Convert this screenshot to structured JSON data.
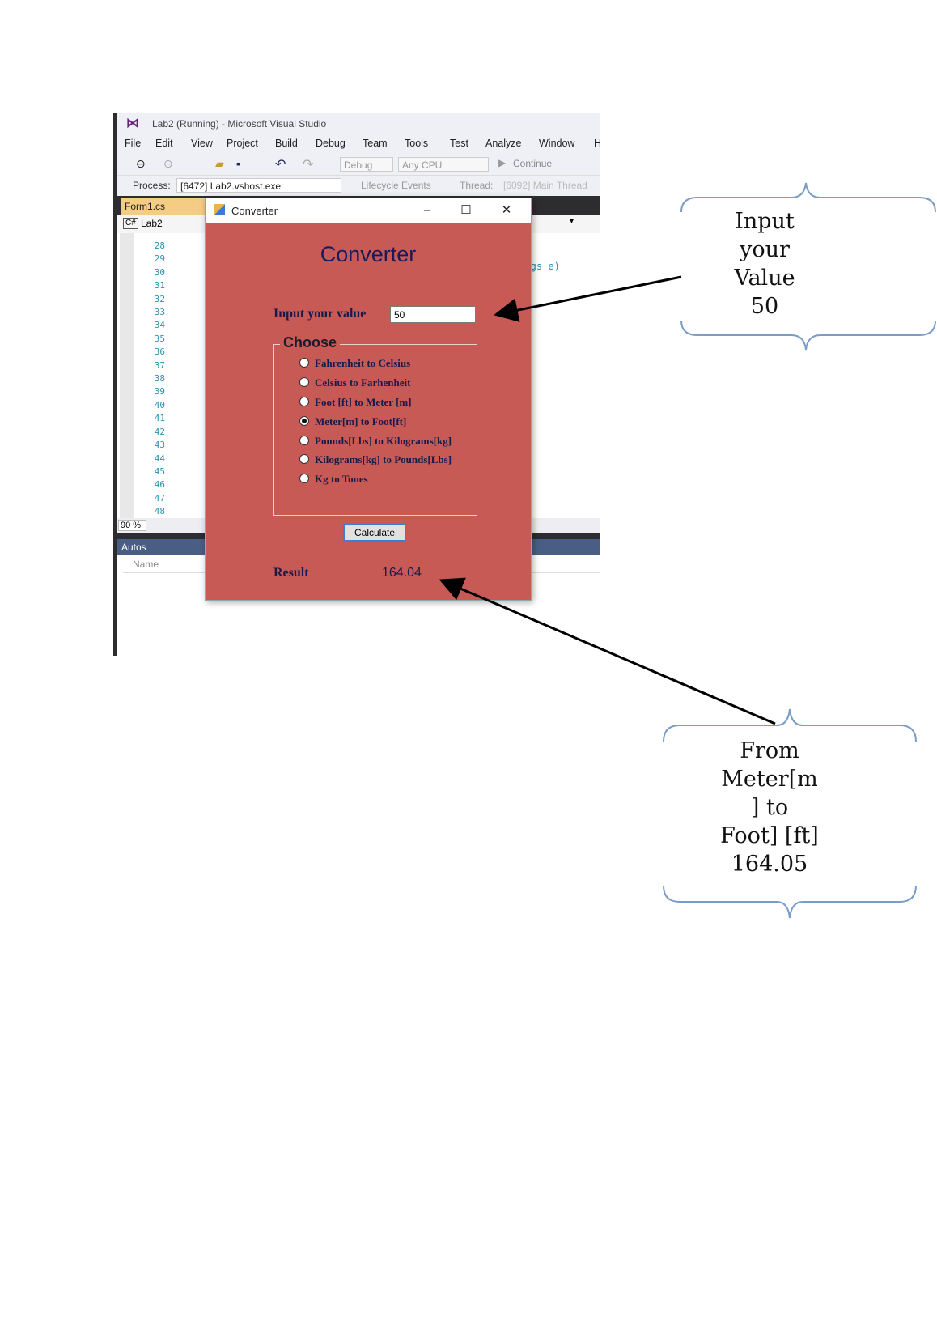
{
  "vs": {
    "title": "Lab2 (Running) - Microsoft Visual Studio",
    "menu": [
      "File",
      "Edit",
      "View",
      "Project",
      "Build",
      "Debug",
      "Team",
      "Tools",
      "Test",
      "Analyze",
      "Window",
      "H"
    ],
    "toolbar": {
      "config": "Debug",
      "platform": "Any CPU",
      "continue_label": "Continue"
    },
    "process_label": "Process:",
    "process_value": "[6472] Lab2.vshost.exe",
    "lifecycle_label": "Lifecycle Events",
    "thread_label": "Thread:",
    "thread_value": "[6092] Main Thread",
    "tab_label": "Form1.cs",
    "nav_label": "Lab2",
    "line_numbers": [
      "28",
      "29",
      "30",
      "31",
      "32",
      "33",
      "34",
      "35",
      "36",
      "37",
      "38",
      "39",
      "40",
      "41",
      "42",
      "43",
      "44",
      "45",
      "46",
      "47",
      "48"
    ],
    "code_fragment_1": "tArgs e)",
    "code_fragment_2": ")",
    "zoom": "90 %",
    "autos_title": "Autos",
    "autos_col": "Name"
  },
  "converter": {
    "window_title": "Converter",
    "heading": "Converter",
    "input_label": "Input your value",
    "input_value": "50",
    "group_title": "Choose",
    "options": [
      {
        "label": "Fahrenheit to Celsius",
        "checked": false
      },
      {
        "label": "Celsius to Farhenheit",
        "checked": false
      },
      {
        "label": "Foot [ft]  to Meter [m]",
        "checked": false
      },
      {
        "label": "Meter[m] to Foot[ft]",
        "checked": true
      },
      {
        "label": "Pounds[Lbs] to Kilograms[kg]",
        "checked": false
      },
      {
        "label": "Kilograms[kg] to Pounds[Lbs]",
        "checked": false
      },
      {
        "label": "Kg to Tones",
        "checked": false
      }
    ],
    "calculate_label": "Calculate",
    "result_label": "Result",
    "result_value": "164.04"
  },
  "callouts": {
    "input_lines": [
      "Input",
      "your",
      "Value",
      "50"
    ],
    "result_lines": [
      "From",
      "Meter[m",
      "] to",
      "Foot] [ft]",
      "164.05"
    ]
  },
  "colors": {
    "form_bg": "#c85a56",
    "brace": "#7a9cc6",
    "vs_purple": "#68217a"
  }
}
